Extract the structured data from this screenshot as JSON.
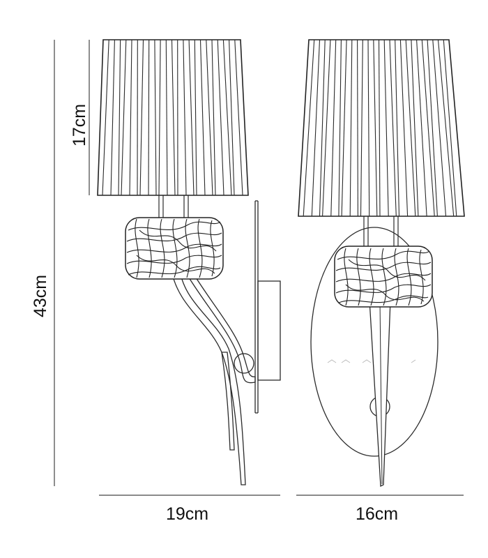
{
  "dimensions": {
    "shade_height": "17cm",
    "total_height": "43cm",
    "side_width": "19cm",
    "front_width": "16cm"
  },
  "colors": {
    "line": "#2a2a2a",
    "background": "#ffffff"
  }
}
